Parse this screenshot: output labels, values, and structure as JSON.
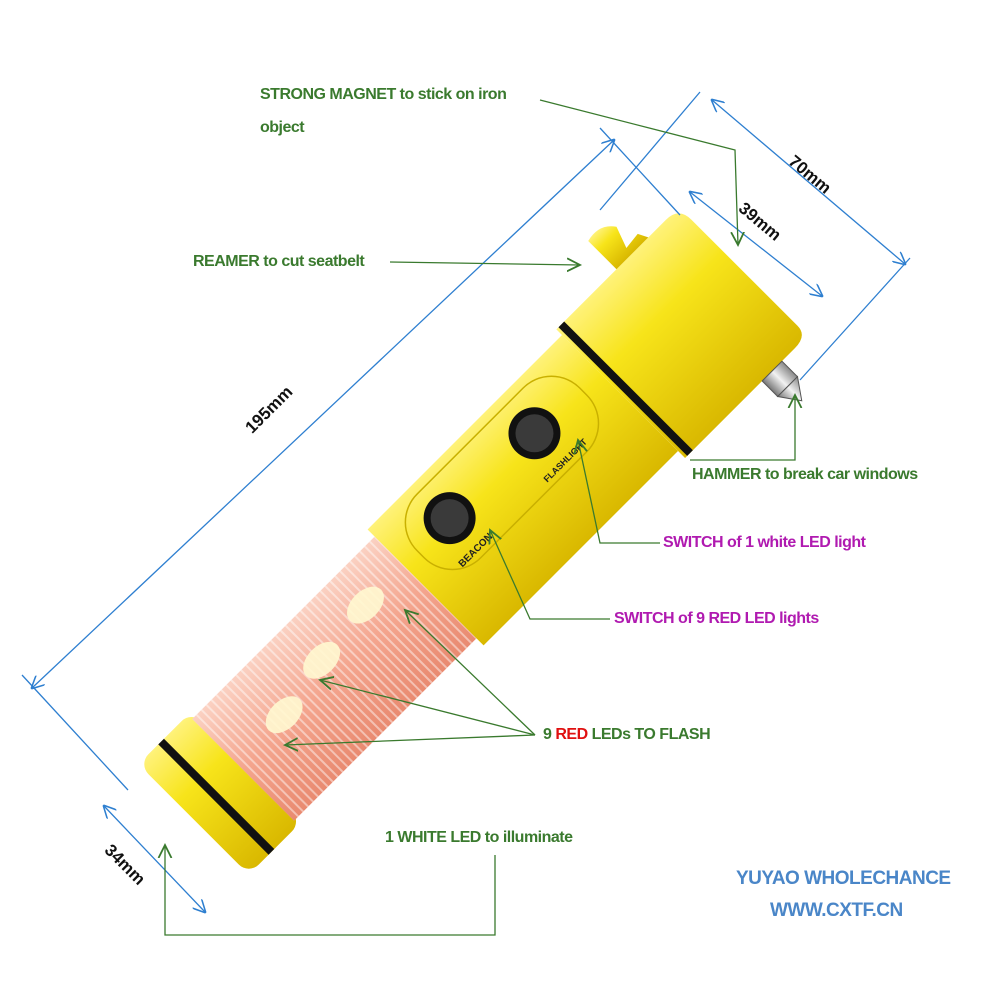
{
  "labels": {
    "magnet_line1": "STRONG MAGNET to stick on iron",
    "magnet_line2": "object",
    "reamer": "REAMER to cut seatbelt",
    "hammer": "HAMMER to break car windows",
    "switch_white": "SWITCH of 1 white LED light",
    "switch_red": "SWITCH of 9 RED LED lights",
    "leds_prefix": "9 ",
    "leds_red": "RED",
    "leds_suffix": " LEDs TO FLASH",
    "white_led": "1 WHITE LED to illuminate"
  },
  "buttons": {
    "beacon": "BEACON",
    "flashlight": "FLASHLIGHT"
  },
  "dimensions": {
    "length": "195mm",
    "head_width": "70mm",
    "head_inner": "39mm",
    "end_diameter": "34mm"
  },
  "brand": {
    "name": "YUYAO WHOLECHANCE",
    "url": "WWW.CXTF.CN"
  },
  "colors": {
    "body": "#f7e41a",
    "lens": "#f4a58e",
    "annotation_green": "#3a7a2e",
    "switch_purple": "#b01ab0",
    "dimension_blue": "#2e7fd0",
    "brand_blue": "#4a86c8"
  }
}
